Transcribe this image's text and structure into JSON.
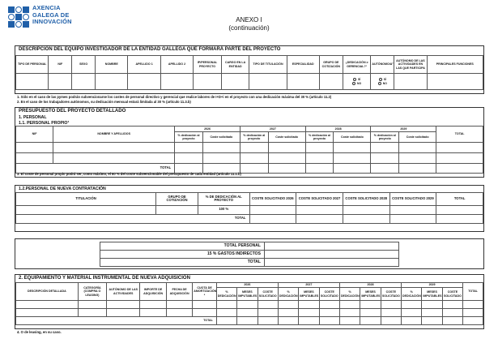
{
  "logo": {
    "line1": "AXENCIA",
    "line2": "GALEGA DE",
    "line3": "INNOVACIÓN"
  },
  "header": {
    "title": "ANEXO I",
    "subtitle": "(continuación)"
  },
  "section1": {
    "title": "DESCRIPCIÓN DEL EQUIPO INVESTIGADOR DE LA ENTIDAD GALLEGA QUE FORMARÁ PARTE DEL PROYECTO",
    "columns": [
      "TIPO DE PERSONAL",
      "NIF",
      "SEXO",
      "NOMBRE",
      "APELLIDO 1",
      "APELLIDO 2",
      "IP/PERSONAL PROYECTO",
      "CARGO EN LA ENTIDAD",
      "TIPO DE TITULACIÓN",
      "ESPECIALIDAD",
      "GRUPO DE COTIZACIÓN",
      "¿DEDICACIÓN ≥ GERENCIAL?¹",
      "AUTÓNOMO/A²",
      "AUTÓNOMO DE LAS ACTIVIDADES EN LAS QUE PARTICIPA",
      "PRINCIPALES FUNCIONES"
    ],
    "yes": "SÍ",
    "no": "NO",
    "notes": [
      "1.   Sólo en el caso de las pymes podrán subvencionarse los costes de personal directivo y gerencial que realice labores de I+D+i en el proyecto con una dedicación máxima del 30 % (artículo 11.2)",
      "2.   En el caso de los trabajadores autónomos, su dedicación mensual estará limitada al 30 % (artículo 11.3.b)"
    ]
  },
  "budget": {
    "title": "PRESUPUESTO DEL PROYECTO DETALLADO",
    "sub1": "1. PERSONAL",
    "sub2": "1.1. PERSONAL PROPIO³",
    "years": [
      "2026",
      "2027",
      "2028",
      "2029"
    ],
    "col_nif": "NIF",
    "col_name": "NOMBRE Y APELLIDOS",
    "col_ded": "% dedicación al proyecto",
    "col_cost": "Coste solicitado",
    "col_total": "TOTAL",
    "total_label": "TOTAL",
    "note3": "3. El coste de personal propio podrá ser, como máximo, el 60 % del coste subvencionable del presupuesto de cada entidad (artículo 11.1.b)"
  },
  "hire": {
    "title": "1.2.PERSONAL DE NUEVA CONTRATACIÓN",
    "columns": [
      "TITULACIÓN",
      "GRUPO DE COTIZACIÓN",
      "% DE DEDICACIÓN AL PROYECTO",
      "COSTE SOLICITADO 2026",
      "COSTE SOLICITADO 2027",
      "COSTE SOLICITADO 2028",
      "COSTE SOLICITADO 2029",
      "TOTAL"
    ],
    "pct": "100 %",
    "total_label": "TOTAL"
  },
  "totals": {
    "rows": [
      "TOTAL PERSONAL",
      "15 % GASTOS INDIRECTOS",
      "TOTAL"
    ]
  },
  "equipment": {
    "title": "2. EQUIPAMIENTO Y MATERIAL INSTRUMENTAL DE NUEVA ADQUISICIÓN",
    "columns": [
      "DESCRIPCIÓN DETALLADA",
      "CATEGORÍA (COMPRA O LEASING)",
      "AUTÓNOMO DE LAS ACTIVIDADES",
      "IMPORTE DE ADQUISICIÓN",
      "FECHA DE ADQUISICIÓN",
      "CUOTA DE AMORTIZACIÓN ⁴"
    ],
    "years": [
      "2026",
      "2027",
      "2028",
      "2029"
    ],
    "sub": [
      "% DEDICACIÓN",
      "MESES IMPUTABLES",
      "COSTE SOLICITADO"
    ],
    "col_total": "TOTAL",
    "total_label": "TOTAL",
    "note4": "4. O de leasing, en su caso."
  }
}
